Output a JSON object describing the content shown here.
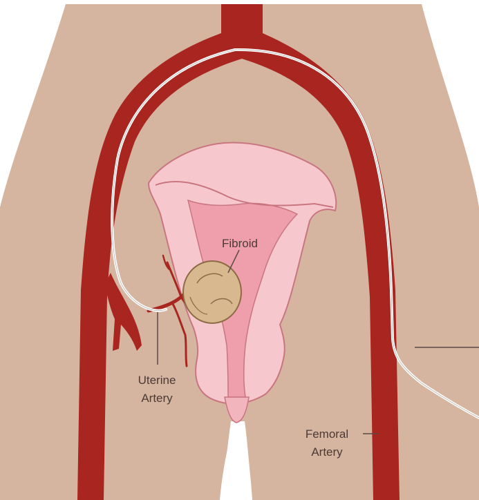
{
  "labels": {
    "fibroid": "Fibroid",
    "uterine_artery": [
      "Uterine",
      "Artery"
    ],
    "femoral_artery": [
      "Femoral",
      "Artery"
    ]
  },
  "colors": {
    "skin": "#d6b5a0",
    "skin_shadow": "#c8a48d",
    "artery": "#a8261f",
    "artery_dark": "#8c1c17",
    "uterus_outer": "#f6c8cd",
    "uterus_inner": "#ef9fab",
    "uterus_outline": "#c97580",
    "fibroid": "#d8b88e",
    "fibroid_outline": "#8b6a44",
    "catheter": "#ffffff",
    "leader_line": "#5a4a46"
  }
}
